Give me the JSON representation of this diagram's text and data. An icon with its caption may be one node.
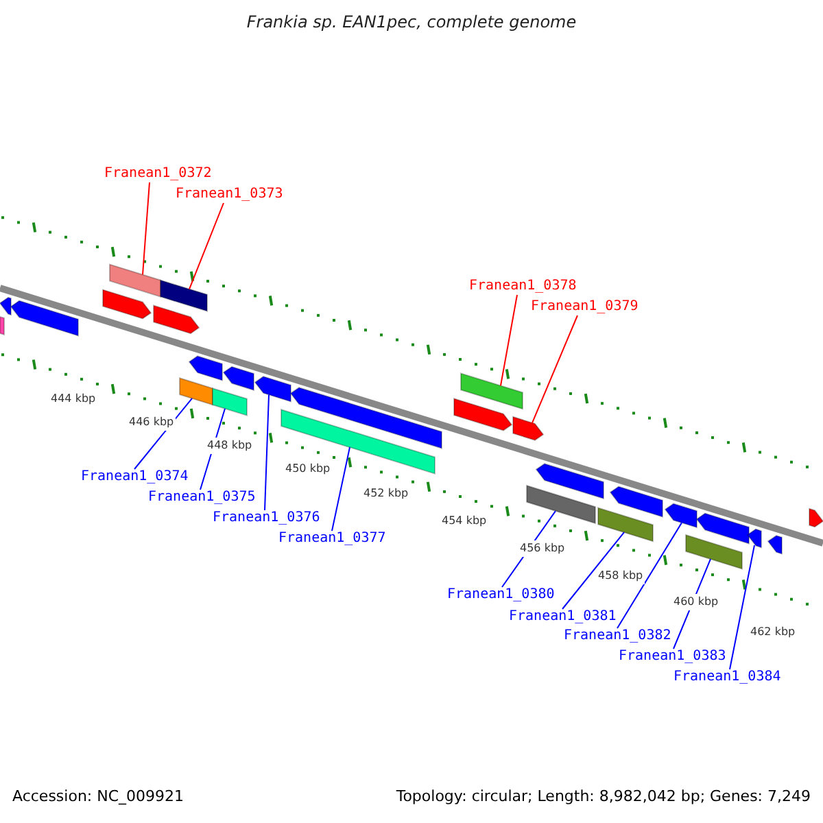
{
  "diagram": {
    "title": "Frankia sp. EAN1pec, complete genome",
    "nodes": [
      {
        "text": [
          "Franean1_0372"
        ]
      },
      {
        "text": [
          "Franean1_0373"
        ]
      },
      {
        "text": [
          "Franean1_0378"
        ]
      },
      {
        "text": [
          "Franean1_0379"
        ]
      },
      {
        "text": [
          "Franean1_0374"
        ]
      },
      {
        "text": [
          "Franean1_0375"
        ]
      },
      {
        "text": [
          "Franean1_0376"
        ]
      },
      {
        "text": [
          "Franean1_0377"
        ]
      },
      {
        "text": [
          "Franean1_0380"
        ]
      },
      {
        "text": [
          "Franean1_0381"
        ]
      },
      {
        "text": [
          "Franean1_0382"
        ]
      },
      {
        "text": [
          "Franean1_0383"
        ]
      },
      {
        "text": [
          "Franean1_0384"
        ]
      },
      {
        "text": [],
        "shape": "bar"
      },
      {
        "text": [],
        "shape": "arrow"
      },
      {
        "text": [],
        "shape": "arrow"
      },
      {
        "text": [],
        "shape": "arrow"
      },
      {
        "text": [],
        "shape": "bar"
      },
      {
        "text": [],
        "shape": "arrow"
      },
      {
        "text": [],
        "shape": "bar"
      },
      {
        "text": [],
        "shape": "bar"
      },
      {
        "text": [],
        "shape": "arrow"
      },
      {
        "text": [],
        "shape": "bar"
      },
      {
        "text": [],
        "shape": "arrow"
      },
      {
        "text": [],
        "shape": "arrow"
      },
      {
        "text": [],
        "shape": "bar"
      },
      {
        "text": [],
        "shape": "arrow"
      },
      {
        "text": [],
        "shape": "arrow"
      },
      {
        "text": [],
        "shape": "bar"
      },
      {
        "text": [],
        "shape": "arrow"
      },
      {
        "text": [],
        "shape": "bar"
      },
      {
        "text": [],
        "shape": "arrow"
      },
      {
        "text": [],
        "shape": "bar"
      },
      {
        "text": [],
        "shape": "arrow"
      },
      {
        "text": [],
        "shape": "arrow"
      },
      {
        "text": [],
        "shape": "bar"
      },
      {
        "text": [],
        "shape": "arrow"
      },
      {
        "text": [],
        "shape": "arrow"
      },
      {
        "text": [],
        "shape": "arrow"
      },
      {
        "text": [],
        "shape": "arrow"
      }
    ],
    "edges": [
      {
        "from": 0,
        "to": 17,
        "arrow": "none",
        "color": "#ff0000"
      },
      {
        "from": 1,
        "to": 19,
        "arrow": "none",
        "color": "#ff0000"
      },
      {
        "from": 2,
        "to": 28,
        "arrow": "none",
        "color": "#ff0000"
      },
      {
        "from": 3,
        "to": 29,
        "arrow": "none",
        "color": "#ff0000"
      },
      {
        "from": 4,
        "to": 20,
        "arrow": "none"
      },
      {
        "from": 5,
        "to": 22,
        "arrow": "none"
      },
      {
        "from": 6,
        "to": 24,
        "arrow": "none"
      },
      {
        "from": 7,
        "to": 25,
        "arrow": "none"
      },
      {
        "from": 8,
        "to": 30,
        "arrow": "none"
      },
      {
        "from": 9,
        "to": 32,
        "arrow": "none"
      },
      {
        "from": 10,
        "to": 34,
        "arrow": "none"
      },
      {
        "from": 11,
        "to": 35,
        "arrow": "none"
      },
      {
        "from": 12,
        "to": 37,
        "arrow": "none"
      }
    ],
    "labels": [
      "444 kbp",
      "446 kbp",
      "448 kbp",
      "450 kbp",
      "452 kbp",
      "454 kbp",
      "456 kbp",
      "458 kbp",
      "460 kbp",
      "462 kbp",
      "Accession: NC_009921",
      "Topology: circular; Length: 8,982,042 bp; Genes: 7,249"
    ]
  }
}
